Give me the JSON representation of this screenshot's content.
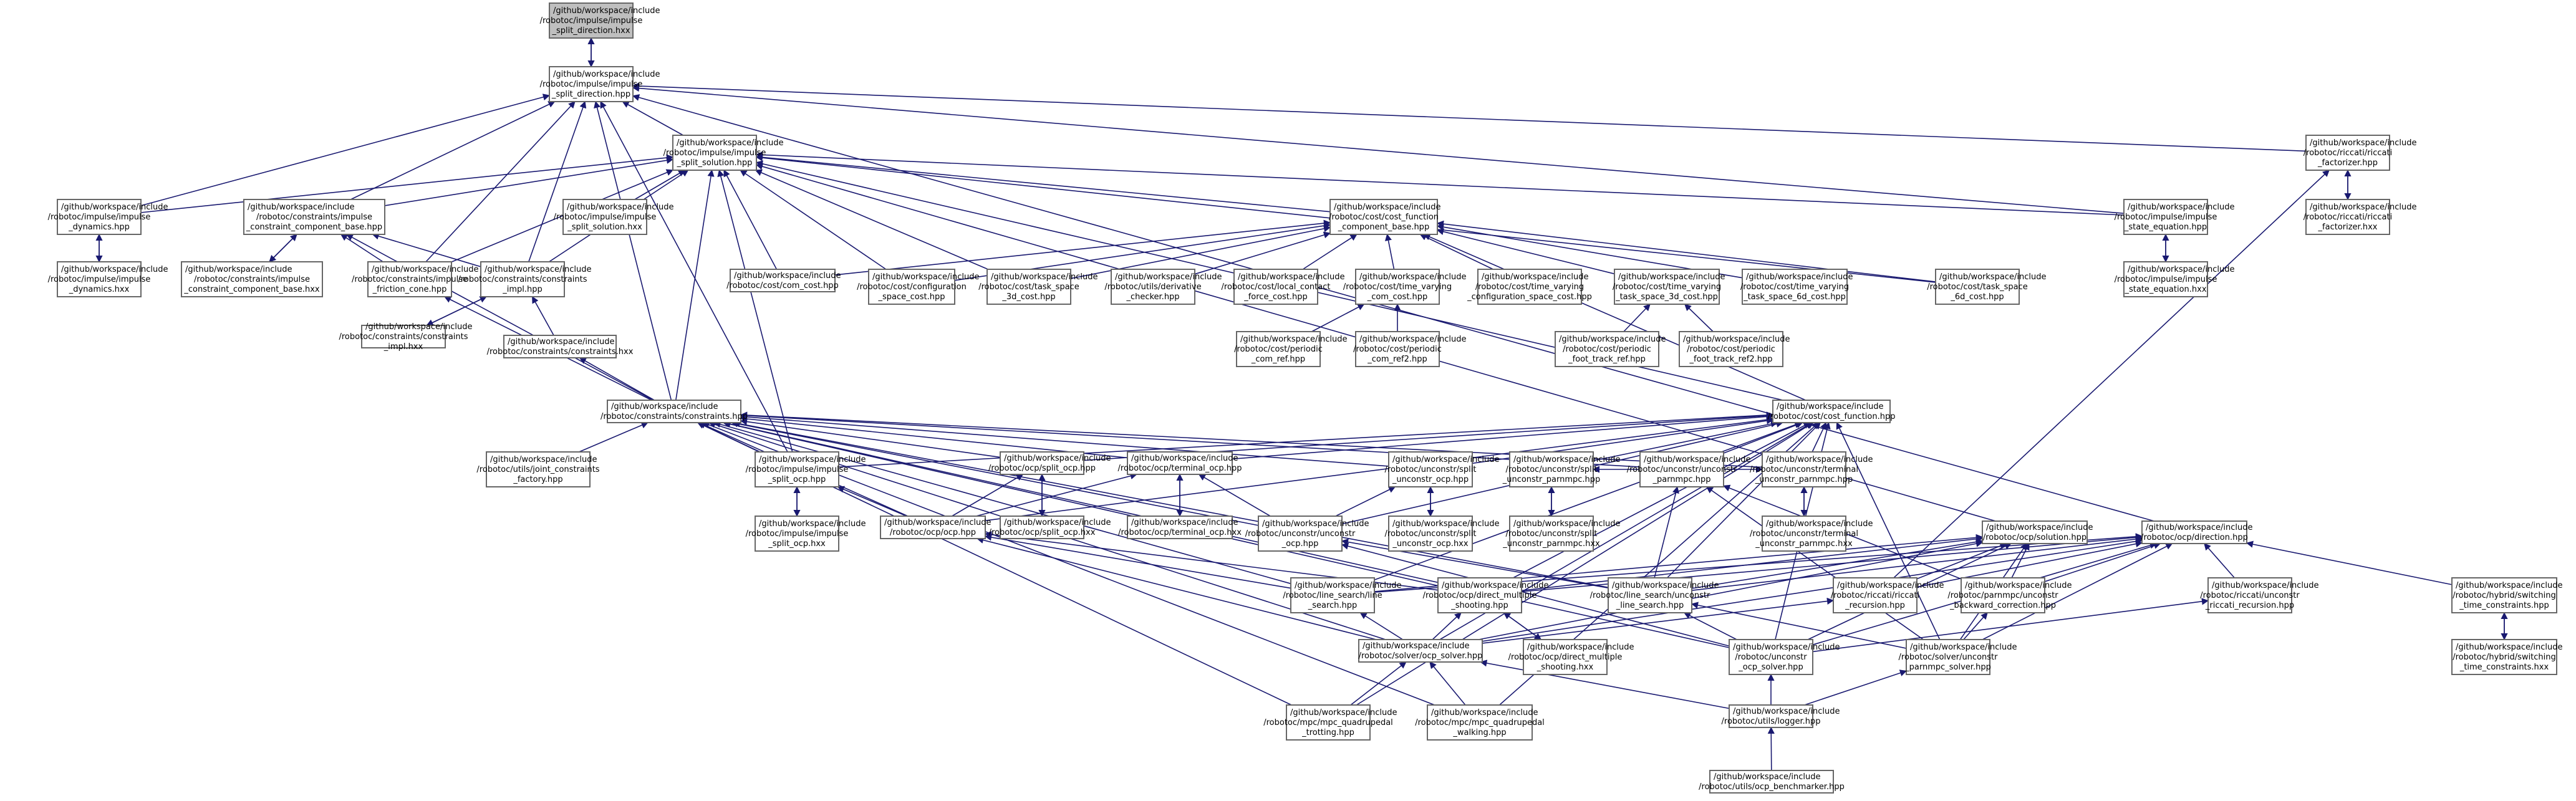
{
  "colors": {
    "edge": "#191970",
    "node_border": "#666666",
    "root_fill": "#bfbfbf",
    "background": "#ffffff"
  },
  "nodes": [
    {
      "id": "root",
      "lines": [
        "/github/workspace/include",
        "/robotoc/impulse/impulse",
        "_split_direction.hxx"
      ],
      "root": true
    },
    {
      "id": "isd",
      "lines": [
        "/github/workspace/include",
        "/robotoc/impulse/impulse",
        "_split_direction.hpp"
      ]
    },
    {
      "id": "iss",
      "lines": [
        "/github/workspace/include",
        "/robotoc/impulse/impulse",
        "_split_solution.hpp"
      ]
    },
    {
      "id": "idyn",
      "lines": [
        "/github/workspace/include",
        "/robotoc/impulse/impulse",
        "_dynamics.hpp"
      ]
    },
    {
      "id": "idynx",
      "lines": [
        "/github/workspace/include",
        "/robotoc/impulse/impulse",
        "_dynamics.hxx"
      ]
    },
    {
      "id": "icc",
      "lines": [
        "/github/workspace/include",
        "/robotoc/constraints/impulse",
        "_constraint_component_base.hpp"
      ]
    },
    {
      "id": "iccx",
      "lines": [
        "/github/workspace/include",
        "/robotoc/constraints/impulse",
        "_constraint_component_base.hxx"
      ]
    },
    {
      "id": "issx",
      "lines": [
        "/github/workspace/include",
        "/robotoc/impulse/impulse",
        "_split_solution.hxx"
      ]
    },
    {
      "id": "ifc",
      "lines": [
        "/github/workspace/include",
        "/robotoc/constraints/impulse",
        "_friction_cone.hpp"
      ]
    },
    {
      "id": "cimpl",
      "lines": [
        "/github/workspace/include",
        "/robotoc/constraints/constraints",
        "_impl.hpp"
      ]
    },
    {
      "id": "cimplx",
      "lines": [
        "/github/workspace/include",
        "/robotoc/constraints/constraints",
        "_impl.hxx"
      ]
    },
    {
      "id": "chxx",
      "lines": [
        "/github/workspace/include",
        "/robotoc/constraints/constraints.hxx"
      ]
    },
    {
      "id": "cfb",
      "lines": [
        "/github/workspace/include",
        "/robotoc/cost/cost_function",
        "_component_base.hpp"
      ]
    },
    {
      "id": "com",
      "lines": [
        "/github/workspace/include",
        "/robotoc/cost/com_cost.hpp"
      ]
    },
    {
      "id": "conf",
      "lines": [
        "/github/workspace/include",
        "/robotoc/cost/configuration",
        "_space_cost.hpp"
      ]
    },
    {
      "id": "ts3",
      "lines": [
        "/github/workspace/include",
        "/robotoc/cost/task_space",
        "_3d_cost.hpp"
      ]
    },
    {
      "id": "deriv",
      "lines": [
        "/github/workspace/include",
        "/robotoc/utils/derivative",
        "_checker.hpp"
      ]
    },
    {
      "id": "lcf",
      "lines": [
        "/github/workspace/include",
        "/robotoc/cost/local_contact",
        "_force_cost.hpp"
      ]
    },
    {
      "id": "tvcom",
      "lines": [
        "/github/workspace/include",
        "/robotoc/cost/time_varying",
        "_com_cost.hpp"
      ]
    },
    {
      "id": "tvconf",
      "lines": [
        "/github/workspace/include",
        "/robotoc/cost/time_varying",
        "_configuration_space_cost.hpp"
      ]
    },
    {
      "id": "tvts3",
      "lines": [
        "/github/workspace/include",
        "/robotoc/cost/time_varying",
        "_task_space_3d_cost.hpp"
      ]
    },
    {
      "id": "tvts6",
      "lines": [
        "/github/workspace/include",
        "/robotoc/cost/time_varying",
        "_task_space_6d_cost.hpp"
      ]
    },
    {
      "id": "ts6",
      "lines": [
        "/github/workspace/include",
        "/robotoc/cost/task_space",
        "_6d_cost.hpp"
      ]
    },
    {
      "id": "isei",
      "lines": [
        "/github/workspace/include",
        "/robotoc/impulse/impulse",
        "_state_equation.hpp"
      ]
    },
    {
      "id": "isex",
      "lines": [
        "/github/workspace/include",
        "/robotoc/impulse/impulse",
        "_state_equation.hxx"
      ]
    },
    {
      "id": "rf",
      "lines": [
        "/github/workspace/include",
        "/robotoc/riccati/riccati",
        "_factorizer.hpp"
      ]
    },
    {
      "id": "rfx",
      "lines": [
        "/github/workspace/include",
        "/robotoc/riccati/riccati",
        "_factorizer.hxx"
      ]
    },
    {
      "id": "pcr",
      "lines": [
        "/github/workspace/include",
        "/robotoc/cost/periodic",
        "_com_ref.hpp"
      ]
    },
    {
      "id": "pcr2",
      "lines": [
        "/github/workspace/include",
        "/robotoc/cost/periodic",
        "_com_ref2.hpp"
      ]
    },
    {
      "id": "pftr",
      "lines": [
        "/github/workspace/include",
        "/robotoc/cost/periodic",
        "_foot_track_ref.hpp"
      ]
    },
    {
      "id": "pftr2",
      "lines": [
        "/github/workspace/include",
        "/robotoc/cost/periodic",
        "_foot_track_ref2.hpp"
      ]
    },
    {
      "id": "chpp",
      "lines": [
        "/github/workspace/include",
        "/robotoc/constraints/constraints.hpp"
      ]
    },
    {
      "id": "cost",
      "lines": [
        "/github/workspace/include",
        "/robotoc/cost/cost_function.hpp"
      ]
    },
    {
      "id": "jcf",
      "lines": [
        "/github/workspace/include",
        "/robotoc/utils/joint_constraints",
        "_factory.hpp"
      ]
    },
    {
      "id": "isocp",
      "lines": [
        "/github/workspace/include",
        "/robotoc/impulse/impulse",
        "_split_ocp.hpp"
      ]
    },
    {
      "id": "isocpx",
      "lines": [
        "/github/workspace/include",
        "/robotoc/impulse/impulse",
        "_split_ocp.hxx"
      ]
    },
    {
      "id": "socp",
      "lines": [
        "/github/workspace/include",
        "/robotoc/ocp/split_ocp.hpp"
      ]
    },
    {
      "id": "socpx",
      "lines": [
        "/github/workspace/include",
        "/robotoc/ocp/split_ocp.hxx"
      ]
    },
    {
      "id": "tocp",
      "lines": [
        "/github/workspace/include",
        "/robotoc/ocp/terminal_ocp.hpp"
      ]
    },
    {
      "id": "tocpx",
      "lines": [
        "/github/workspace/include",
        "/robotoc/ocp/terminal_ocp.hxx"
      ]
    },
    {
      "id": "ocp",
      "lines": [
        "/github/workspace/include",
        "/robotoc/ocp/ocp.hpp"
      ]
    },
    {
      "id": "usocp",
      "lines": [
        "/github/workspace/include",
        "/robotoc/unconstr/split",
        "_unconstr_ocp.hpp"
      ]
    },
    {
      "id": "usocpx",
      "lines": [
        "/github/workspace/include",
        "/robotoc/unconstr/split",
        "_unconstr_ocp.hxx"
      ]
    },
    {
      "id": "uocp",
      "lines": [
        "/github/workspace/include",
        "/robotoc/unconstr/unconstr",
        "_ocp.hpp"
      ]
    },
    {
      "id": "uspm",
      "lines": [
        "/github/workspace/include",
        "/robotoc/unconstr/split",
        "_unconstr_parnmpc.hpp"
      ]
    },
    {
      "id": "uspmx",
      "lines": [
        "/github/workspace/include",
        "/robotoc/unconstr/split",
        "_unconstr_parnmpc.hxx"
      ]
    },
    {
      "id": "upm",
      "lines": [
        "/github/workspace/include",
        "/robotoc/unconstr/unconstr",
        "_parnmpc.hpp"
      ]
    },
    {
      "id": "utpm",
      "lines": [
        "/github/workspace/include",
        "/robotoc/unconstr/terminal",
        "_unconstr_parnmpc.hpp"
      ]
    },
    {
      "id": "utpmx",
      "lines": [
        "/github/workspace/include",
        "/robotoc/unconstr/terminal",
        "_unconstr_parnmpc.hxx"
      ]
    },
    {
      "id": "sol",
      "lines": [
        "/github/workspace/include",
        "/robotoc/ocp/solution.hpp"
      ]
    },
    {
      "id": "dir",
      "lines": [
        "/github/workspace/include",
        "/robotoc/ocp/direction.hpp"
      ]
    },
    {
      "id": "lsh",
      "lines": [
        "/github/workspace/include",
        "/robotoc/line_search/line",
        "_search.hpp"
      ]
    },
    {
      "id": "dms",
      "lines": [
        "/github/workspace/include",
        "/robotoc/ocp/direct_multiple",
        "_shooting.hpp"
      ]
    },
    {
      "id": "dmsx",
      "lines": [
        "/github/workspace/include",
        "/robotoc/ocp/direct_multiple",
        "_shooting.hxx"
      ]
    },
    {
      "id": "ulsh",
      "lines": [
        "/github/workspace/include",
        "/robotoc/line_search/unconstr",
        "_line_search.hpp"
      ]
    },
    {
      "id": "rr",
      "lines": [
        "/github/workspace/include",
        "/robotoc/riccati/riccati",
        "_recursion.hpp"
      ]
    },
    {
      "id": "pmbc",
      "lines": [
        "/github/workspace/include",
        "/robotoc/parnmpc/unconstr",
        "_backward_correction.hpp"
      ]
    },
    {
      "id": "urr",
      "lines": [
        "/github/workspace/include",
        "/robotoc/riccati/unconstr",
        "_riccati_recursion.hpp"
      ]
    },
    {
      "id": "hst",
      "lines": [
        "/github/workspace/include",
        "/robotoc/hybrid/switching",
        "_time_constraints.hpp"
      ]
    },
    {
      "id": "hstx",
      "lines": [
        "/github/workspace/include",
        "/robotoc/hybrid/switching",
        "_time_constraints.hxx"
      ]
    },
    {
      "id": "ocps",
      "lines": [
        "/github/workspace/include",
        "/robotoc/solver/ocp_solver.hpp"
      ]
    },
    {
      "id": "uocps",
      "lines": [
        "/github/workspace/include",
        "/robotoc/unconstr",
        "_ocp_solver.hpp"
      ]
    },
    {
      "id": "upms",
      "lines": [
        "/github/workspace/include",
        "/robotoc/solver/unconstr",
        "_parnmpc_solver.hpp"
      ]
    },
    {
      "id": "mpct",
      "lines": [
        "/github/workspace/include",
        "/robotoc/mpc/mpc_quadrupedal",
        "_trotting.hpp"
      ]
    },
    {
      "id": "mpcw",
      "lines": [
        "/github/workspace/include",
        "/robotoc/mpc/mpc_quadrupedal",
        "_walking.hpp"
      ]
    },
    {
      "id": "logger",
      "lines": [
        "/github/workspace/include",
        "/robotoc/utils/logger.hpp"
      ]
    },
    {
      "id": "bench",
      "lines": [
        "/github/workspace/include",
        "/robotoc/utils/ocp_benchmarker.hpp"
      ]
    }
  ],
  "edges": [
    [
      "isd",
      "root"
    ],
    [
      "root",
      "isd"
    ],
    [
      "iss",
      "isd"
    ],
    [
      "idyn",
      "isd"
    ],
    [
      "icc",
      "isd"
    ],
    [
      "ifc",
      "isd"
    ],
    [
      "cimpl",
      "isd"
    ],
    [
      "isocp",
      "isd"
    ],
    [
      "isei",
      "isd"
    ],
    [
      "rf",
      "isd"
    ],
    [
      "dir",
      "isd"
    ],
    [
      "chpp",
      "isd"
    ],
    [
      "idyn",
      "iss"
    ],
    [
      "icc",
      "iss"
    ],
    [
      "issx",
      "iss"
    ],
    [
      "ifc",
      "iss"
    ],
    [
      "cimpl",
      "iss"
    ],
    [
      "chpp",
      "iss"
    ],
    [
      "cfb",
      "iss"
    ],
    [
      "com",
      "iss"
    ],
    [
      "conf",
      "iss"
    ],
    [
      "ts3",
      "iss"
    ],
    [
      "ts6",
      "iss"
    ],
    [
      "isei",
      "iss"
    ],
    [
      "cost",
      "iss"
    ],
    [
      "isocp",
      "iss"
    ],
    [
      "sol",
      "iss"
    ],
    [
      "idynx",
      "idyn"
    ],
    [
      "idyn",
      "idynx"
    ],
    [
      "iccx",
      "icc"
    ],
    [
      "icc",
      "iccx"
    ],
    [
      "ifc",
      "icc"
    ],
    [
      "cimpl",
      "icc"
    ],
    [
      "chpp",
      "icc"
    ],
    [
      "cimplx",
      "cimpl"
    ],
    [
      "cimpl",
      "cimplx"
    ],
    [
      "chxx",
      "cimpl"
    ],
    [
      "chpp",
      "chxx"
    ],
    [
      "chpp",
      "ifc"
    ],
    [
      "com",
      "cfb"
    ],
    [
      "conf",
      "cfb"
    ],
    [
      "ts3",
      "cfb"
    ],
    [
      "deriv",
      "cfb"
    ],
    [
      "lcf",
      "cfb"
    ],
    [
      "tvcom",
      "cfb"
    ],
    [
      "tvconf",
      "cfb"
    ],
    [
      "tvts3",
      "cfb"
    ],
    [
      "tvts6",
      "cfb"
    ],
    [
      "ts6",
      "cfb"
    ],
    [
      "cost",
      "cfb"
    ],
    [
      "pcr",
      "tvcom"
    ],
    [
      "pcr2",
      "tvcom"
    ],
    [
      "pftr",
      "tvts3"
    ],
    [
      "pftr2",
      "tvts3"
    ],
    [
      "isex",
      "isei"
    ],
    [
      "isei",
      "isex"
    ],
    [
      "rfx",
      "rf"
    ],
    [
      "rf",
      "rfx"
    ],
    [
      "jcf",
      "chpp"
    ],
    [
      "isocp",
      "chpp"
    ],
    [
      "socp",
      "chpp"
    ],
    [
      "tocp",
      "chpp"
    ],
    [
      "ocp",
      "chpp"
    ],
    [
      "usocp",
      "chpp"
    ],
    [
      "uocp",
      "chpp"
    ],
    [
      "utpm",
      "chpp"
    ],
    [
      "upm",
      "chpp"
    ],
    [
      "lsh",
      "chpp"
    ],
    [
      "dms",
      "chpp"
    ],
    [
      "ulsh",
      "chpp"
    ],
    [
      "ocps",
      "chpp"
    ],
    [
      "uocps",
      "chpp"
    ],
    [
      "mpct",
      "chpp"
    ],
    [
      "mpcw",
      "chpp"
    ],
    [
      "isocp",
      "cost"
    ],
    [
      "socp",
      "cost"
    ],
    [
      "tocp",
      "cost"
    ],
    [
      "ocp",
      "cost"
    ],
    [
      "usocp",
      "cost"
    ],
    [
      "uspm",
      "cost"
    ],
    [
      "utpm",
      "cost"
    ],
    [
      "uocp",
      "cost"
    ],
    [
      "upm",
      "cost"
    ],
    [
      "lsh",
      "cost"
    ],
    [
      "dms",
      "cost"
    ],
    [
      "ulsh",
      "cost"
    ],
    [
      "ocps",
      "cost"
    ],
    [
      "uocps",
      "cost"
    ],
    [
      "upms",
      "cost"
    ],
    [
      "mpct",
      "cost"
    ],
    [
      "mpcw",
      "cost"
    ],
    [
      "isocpx",
      "isocp"
    ],
    [
      "isocp",
      "isocpx"
    ],
    [
      "ocp",
      "isocp"
    ],
    [
      "socpx",
      "socp"
    ],
    [
      "socp",
      "socpx"
    ],
    [
      "ocp",
      "socp"
    ],
    [
      "tocpx",
      "tocp"
    ],
    [
      "tocp",
      "tocpx"
    ],
    [
      "ocp",
      "tocp"
    ],
    [
      "uocp",
      "tocp"
    ],
    [
      "usocpx",
      "usocp"
    ],
    [
      "usocp",
      "usocpx"
    ],
    [
      "uocp",
      "usocp"
    ],
    [
      "uspmx",
      "uspm"
    ],
    [
      "uspm",
      "uspmx"
    ],
    [
      "upm",
      "uspm"
    ],
    [
      "utpmx",
      "utpm"
    ],
    [
      "utpm",
      "utpmx"
    ],
    [
      "upm",
      "utpm"
    ],
    [
      "lsh",
      "ocp"
    ],
    [
      "dms",
      "ocp"
    ],
    [
      "ocps",
      "ocp"
    ],
    [
      "ulsh",
      "uocp"
    ],
    [
      "uocps",
      "uocp"
    ],
    [
      "pmbc",
      "upm"
    ],
    [
      "upms",
      "upm"
    ],
    [
      "ulsh",
      "upm"
    ],
    [
      "lsh",
      "sol"
    ],
    [
      "dms",
      "sol"
    ],
    [
      "rr",
      "sol"
    ],
    [
      "ocps",
      "sol"
    ],
    [
      "uocps",
      "sol"
    ],
    [
      "upms",
      "sol"
    ],
    [
      "ulsh",
      "sol"
    ],
    [
      "pmbc",
      "sol"
    ],
    [
      "lsh",
      "dir"
    ],
    [
      "dms",
      "dir"
    ],
    [
      "rr",
      "dir"
    ],
    [
      "urr",
      "dir"
    ],
    [
      "pmbc",
      "dir"
    ],
    [
      "ocps",
      "dir"
    ],
    [
      "uocps",
      "dir"
    ],
    [
      "upms",
      "dir"
    ],
    [
      "ulsh",
      "dir"
    ],
    [
      "hst",
      "dir"
    ],
    [
      "dmsx",
      "dms"
    ],
    [
      "dms",
      "dmsx"
    ],
    [
      "ocps",
      "dms"
    ],
    [
      "ocps",
      "lsh"
    ],
    [
      "uocps",
      "ulsh"
    ],
    [
      "upms",
      "ulsh"
    ],
    [
      "ocps",
      "rr"
    ],
    [
      "uocps",
      "urr"
    ],
    [
      "upms",
      "pmbc"
    ],
    [
      "hstx",
      "hst"
    ],
    [
      "hst",
      "hstx"
    ],
    [
      "logger",
      "ocps"
    ],
    [
      "logger",
      "upms"
    ],
    [
      "logger",
      "uocps"
    ],
    [
      "mpct",
      "ocps"
    ],
    [
      "mpcw",
      "ocps"
    ],
    [
      "bench",
      "logger"
    ],
    [
      "rr",
      "rf"
    ]
  ]
}
